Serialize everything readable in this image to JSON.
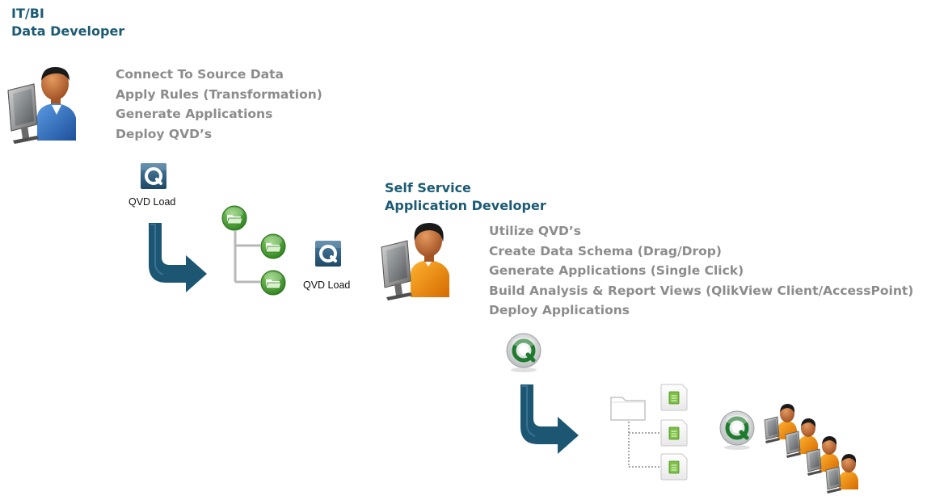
{
  "developer": {
    "title_line1": "IT/BI",
    "title_line2": "Data Developer",
    "tasks": [
      "Connect To Source Data",
      "Apply Rules (Transformation)",
      "Generate Applications",
      "Deploy QVD’s"
    ]
  },
  "self_service": {
    "title_line1": "Self Service",
    "title_line2": "Application Developer",
    "tasks": [
      "Utilize QVD’s",
      "Create Data Schema (Drag/Drop)",
      "Generate Applications (Single Click)",
      "Build Analysis & Report Views (QlikView Client/AccessPoint)",
      "Deploy Applications"
    ]
  },
  "qvd_load_labels": [
    "QVD Load",
    "QVD Load"
  ],
  "icons": {
    "developer_person": "person-at-computer-icon",
    "self_service_person": "person-at-computer-icon",
    "qvd": "qvd-file-icon",
    "folder_tree": "green-folder-tree-icon",
    "document_tree": "document-tree-icon",
    "qlik": "qlikview-logo-icon",
    "user_group": "user-group-icon",
    "arrow": "curved-down-right-arrow-icon"
  },
  "colors": {
    "title": "#1c5b74",
    "task_text": "#8c8c8c",
    "arrow": "#1d5673",
    "folder_green": "#3e9e2c",
    "skin": "#c9703a",
    "shirt_blue": "#2d6fc2",
    "shirt_orange": "#f08a00"
  }
}
